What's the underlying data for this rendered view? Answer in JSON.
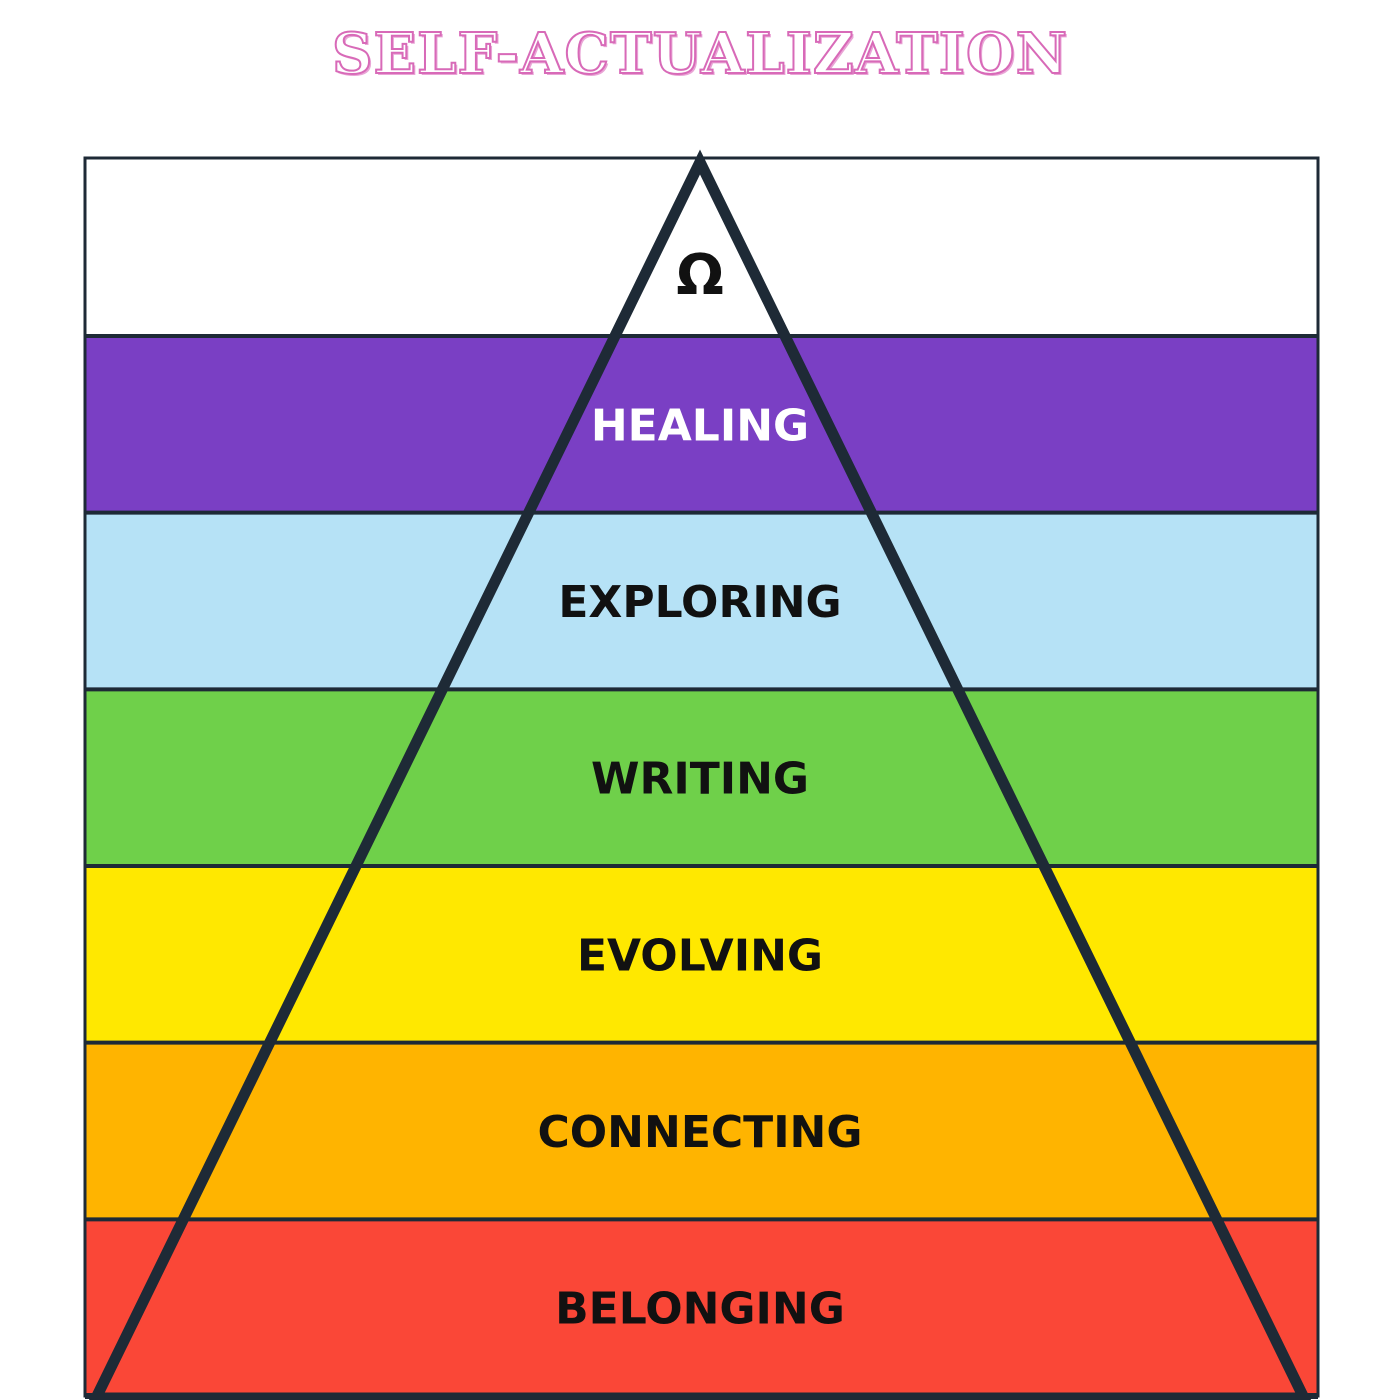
{
  "title": "SELF-ACTUALIZATION",
  "apex": {
    "label": "Ω",
    "color": "#ffffff",
    "text_color": "#111111"
  },
  "levels": [
    {
      "label": "HEALING",
      "color": "#7a3fc4",
      "text_color": "#ffffff"
    },
    {
      "label": "EXPLORING",
      "color": "#b6e2f6",
      "text_color": "#111111"
    },
    {
      "label": "WRITING",
      "color": "#6fd04a",
      "text_color": "#111111"
    },
    {
      "label": "EVOLVING",
      "color": "#ffe800",
      "text_color": "#111111"
    },
    {
      "label": "CONNECTING",
      "color": "#ffb400",
      "text_color": "#111111"
    },
    {
      "label": "BELONGING",
      "color": "#fa4737",
      "text_color": "#111111"
    }
  ],
  "colors": {
    "outline": "#1e2a36",
    "title_accent": "#d86ab8"
  }
}
